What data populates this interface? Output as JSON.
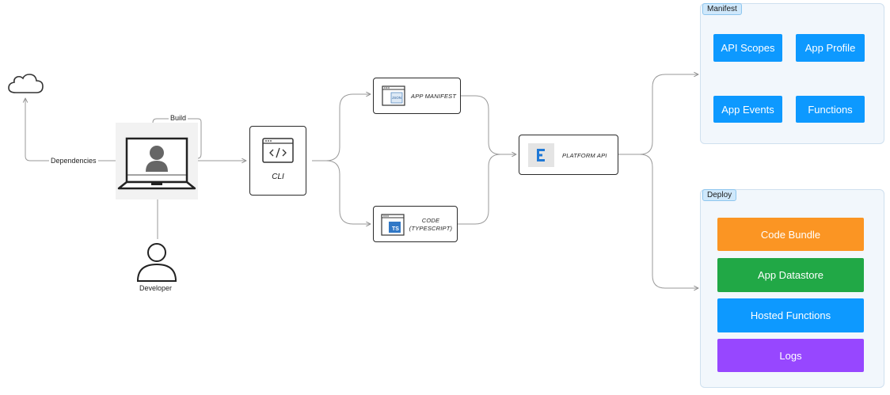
{
  "labels": {
    "build": "Build",
    "dependencies": "Dependencies",
    "developer": "Developer",
    "cli": "CLI",
    "app_manifest": "APP MANIFEST",
    "code_line1": "CODE",
    "code_line2": "(TYPESCRIPT)",
    "platform_api": "PLATFORM API",
    "json_badge": "JSON",
    "ts_badge": "TS"
  },
  "manifest": {
    "title": "Manifest",
    "items": [
      "API Scopes",
      "App Profile",
      "App Events",
      "Functions"
    ],
    "color": "#0d99ff"
  },
  "deploy": {
    "title": "Deploy",
    "items": [
      {
        "label": "Code Bundle",
        "color": "#fb9523"
      },
      {
        "label": "App Datastore",
        "color": "#21a846"
      },
      {
        "label": "Hosted Functions",
        "color": "#0d99ff"
      },
      {
        "label": "Logs",
        "color": "#9747ff"
      }
    ]
  },
  "icons": [
    "cloud-icon",
    "laptop-icon",
    "person-icon",
    "code-window-icon",
    "json-file-icon",
    "typescript-file-icon",
    "platform-logo-icon"
  ]
}
